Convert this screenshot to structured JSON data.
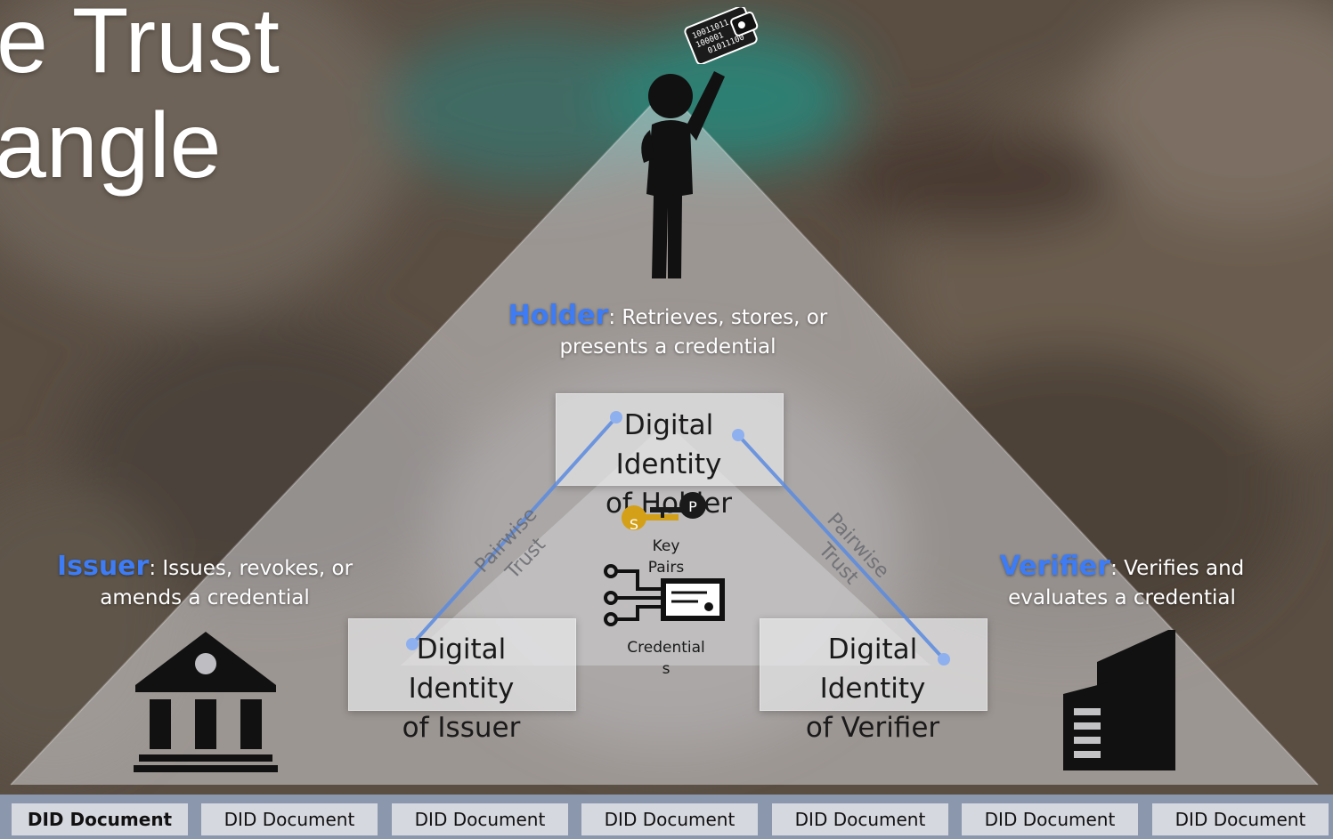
{
  "title": {
    "line1": "e Trust",
    "line2": "angle"
  },
  "holder": {
    "name": "Holder",
    "desc1": ": Retrieves, stores, or",
    "desc2": "presents a credential"
  },
  "issuer": {
    "name": "Issuer",
    "desc1": ": Issues, revokes, or",
    "desc2": "amends a credential"
  },
  "verifier": {
    "name": "Verifier",
    "desc1": ": Verifies and",
    "desc2": "evaluates a credential"
  },
  "identities": {
    "holder": [
      "Digital",
      "Identity",
      "of Holder"
    ],
    "issuer": [
      "Digital",
      "Identity",
      "of Issuer"
    ],
    "verifier": [
      "Digital",
      "Identity",
      "of Verifier"
    ]
  },
  "pairwise_trust": {
    "left": [
      "Pairwise",
      "Trust"
    ],
    "right": [
      "Pairwise",
      "Trust"
    ]
  },
  "key_pairs": {
    "label1": "Key",
    "label2": "Pairs",
    "secret": "S",
    "public": "P"
  },
  "credentials": {
    "label1": "Credential",
    "label2": "s"
  },
  "wallet_binary": [
    "10011011",
    "100001",
    "01011100"
  ],
  "did_documents": [
    "DID Document",
    "DID Document",
    "DID Document",
    "DID Document",
    "DID Document",
    "DID Document",
    "DID Document"
  ],
  "colors": {
    "role_name": "#3d7cf5",
    "trust_line": "#5b8be0",
    "key_gold": "#d4a017",
    "bar": "#8b97ad"
  }
}
